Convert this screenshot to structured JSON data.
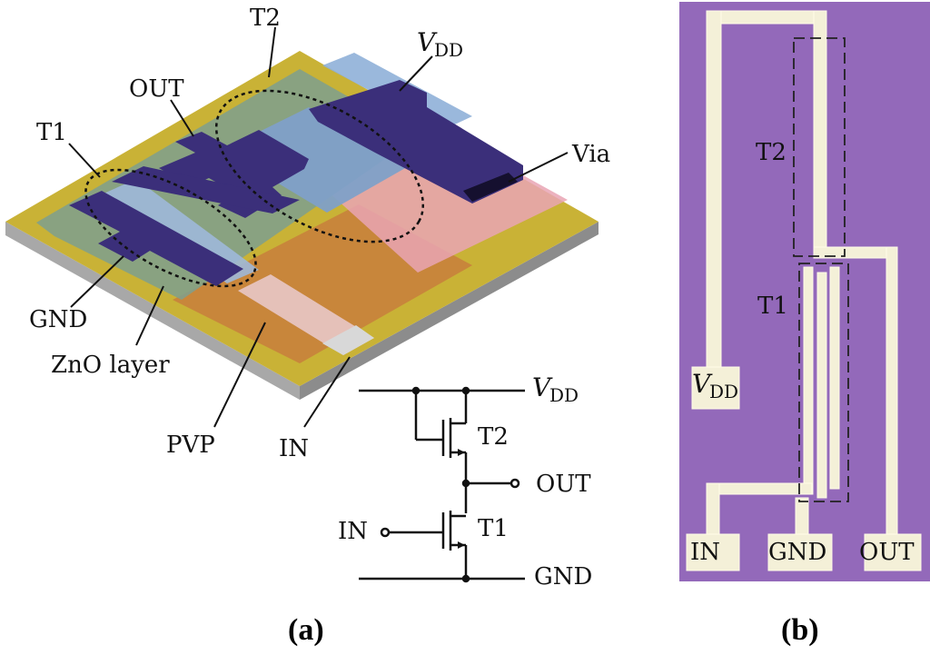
{
  "panel_a": {
    "labels": {
      "t2": "T2",
      "vdd_main": "V",
      "vdd_sub": "DD",
      "out": "OUT",
      "t1": "T1",
      "via": "Via",
      "gnd": "GND",
      "zno": "ZnO layer",
      "pvp": "PVP",
      "in": "IN"
    },
    "schematic": {
      "vdd_main": "V",
      "vdd_sub": "DD",
      "t2": "T2",
      "out": "OUT",
      "in": "IN",
      "t1": "T1",
      "gnd": "GND"
    },
    "caption_open": "(",
    "caption_letter": "a",
    "caption_close": ")"
  },
  "panel_b": {
    "labels": {
      "t2": "T2",
      "t1": "T1",
      "vdd_main": "V",
      "vdd_sub": "DD",
      "in": "IN",
      "gnd": "GND",
      "out": "OUT"
    },
    "caption_open": "(",
    "caption_letter": "b",
    "caption_close": ")"
  },
  "colors": {
    "substrate": "#c9b236",
    "zno": "#7f9f8c",
    "pvp": "#c8823c",
    "electrode": "#3b2f7a",
    "pink": "#e9a4b4",
    "blue": "#7fa0c8",
    "photo_bg": "#8a63b3",
    "photo_trace": "#f4f0d8"
  }
}
